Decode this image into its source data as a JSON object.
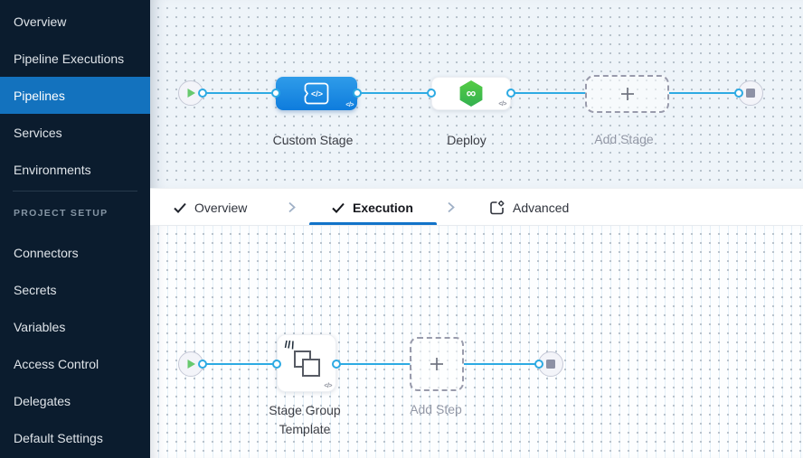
{
  "sidebar": {
    "items": [
      {
        "label": "Overview",
        "active": false
      },
      {
        "label": "Pipeline Executions",
        "active": false
      },
      {
        "label": "Pipelines",
        "active": true
      },
      {
        "label": "Services",
        "active": false
      },
      {
        "label": "Environments",
        "active": false
      }
    ],
    "section_label": "PROJECT SETUP",
    "setup_items": [
      {
        "label": "Connectors"
      },
      {
        "label": "Secrets"
      },
      {
        "label": "Variables"
      },
      {
        "label": "Access Control"
      },
      {
        "label": "Delegates"
      },
      {
        "label": "Default Settings"
      }
    ]
  },
  "tabs": {
    "overview": "Overview",
    "execution": "Execution",
    "advanced": "Advanced",
    "active_tab": "Execution"
  },
  "stage_canvas": {
    "start_icon": "play-icon",
    "end_icon": "stop-icon",
    "custom_stage": "Custom Stage",
    "deploy": "Deploy",
    "add_stage": "Add Stage",
    "code_badge": "</>"
  },
  "execution_canvas": {
    "start_icon": "play-icon",
    "end_icon": "stop-icon",
    "stage_group_line1": "Stage Group",
    "stage_group_line2": "Template",
    "add_step": "Add Step",
    "code_badge": "</>"
  },
  "icons": {
    "custom_stage": "custom-stage-code-icon",
    "deploy": "cd-hexagon-infinity-icon",
    "stage_group": "overlapping-squares-icon",
    "template": "template-slashes-icon",
    "add": "plus-icon",
    "tab_done": "check-icon",
    "tab_separator": "chevron-right-icon",
    "advanced": "square-gear-icon"
  },
  "colors": {
    "sidebar_bg": "#0b1c2e",
    "sidebar_active": "#1372be",
    "connector_blue": "#2daae3",
    "stage_blue": "#1487e2",
    "deploy_green": "#42bd4a",
    "play_green": "#68c96e",
    "underline_blue": "#1173c9",
    "canvas_top_bg": "#eef4f9",
    "canvas_bottom_bg": "#fdfeff"
  }
}
